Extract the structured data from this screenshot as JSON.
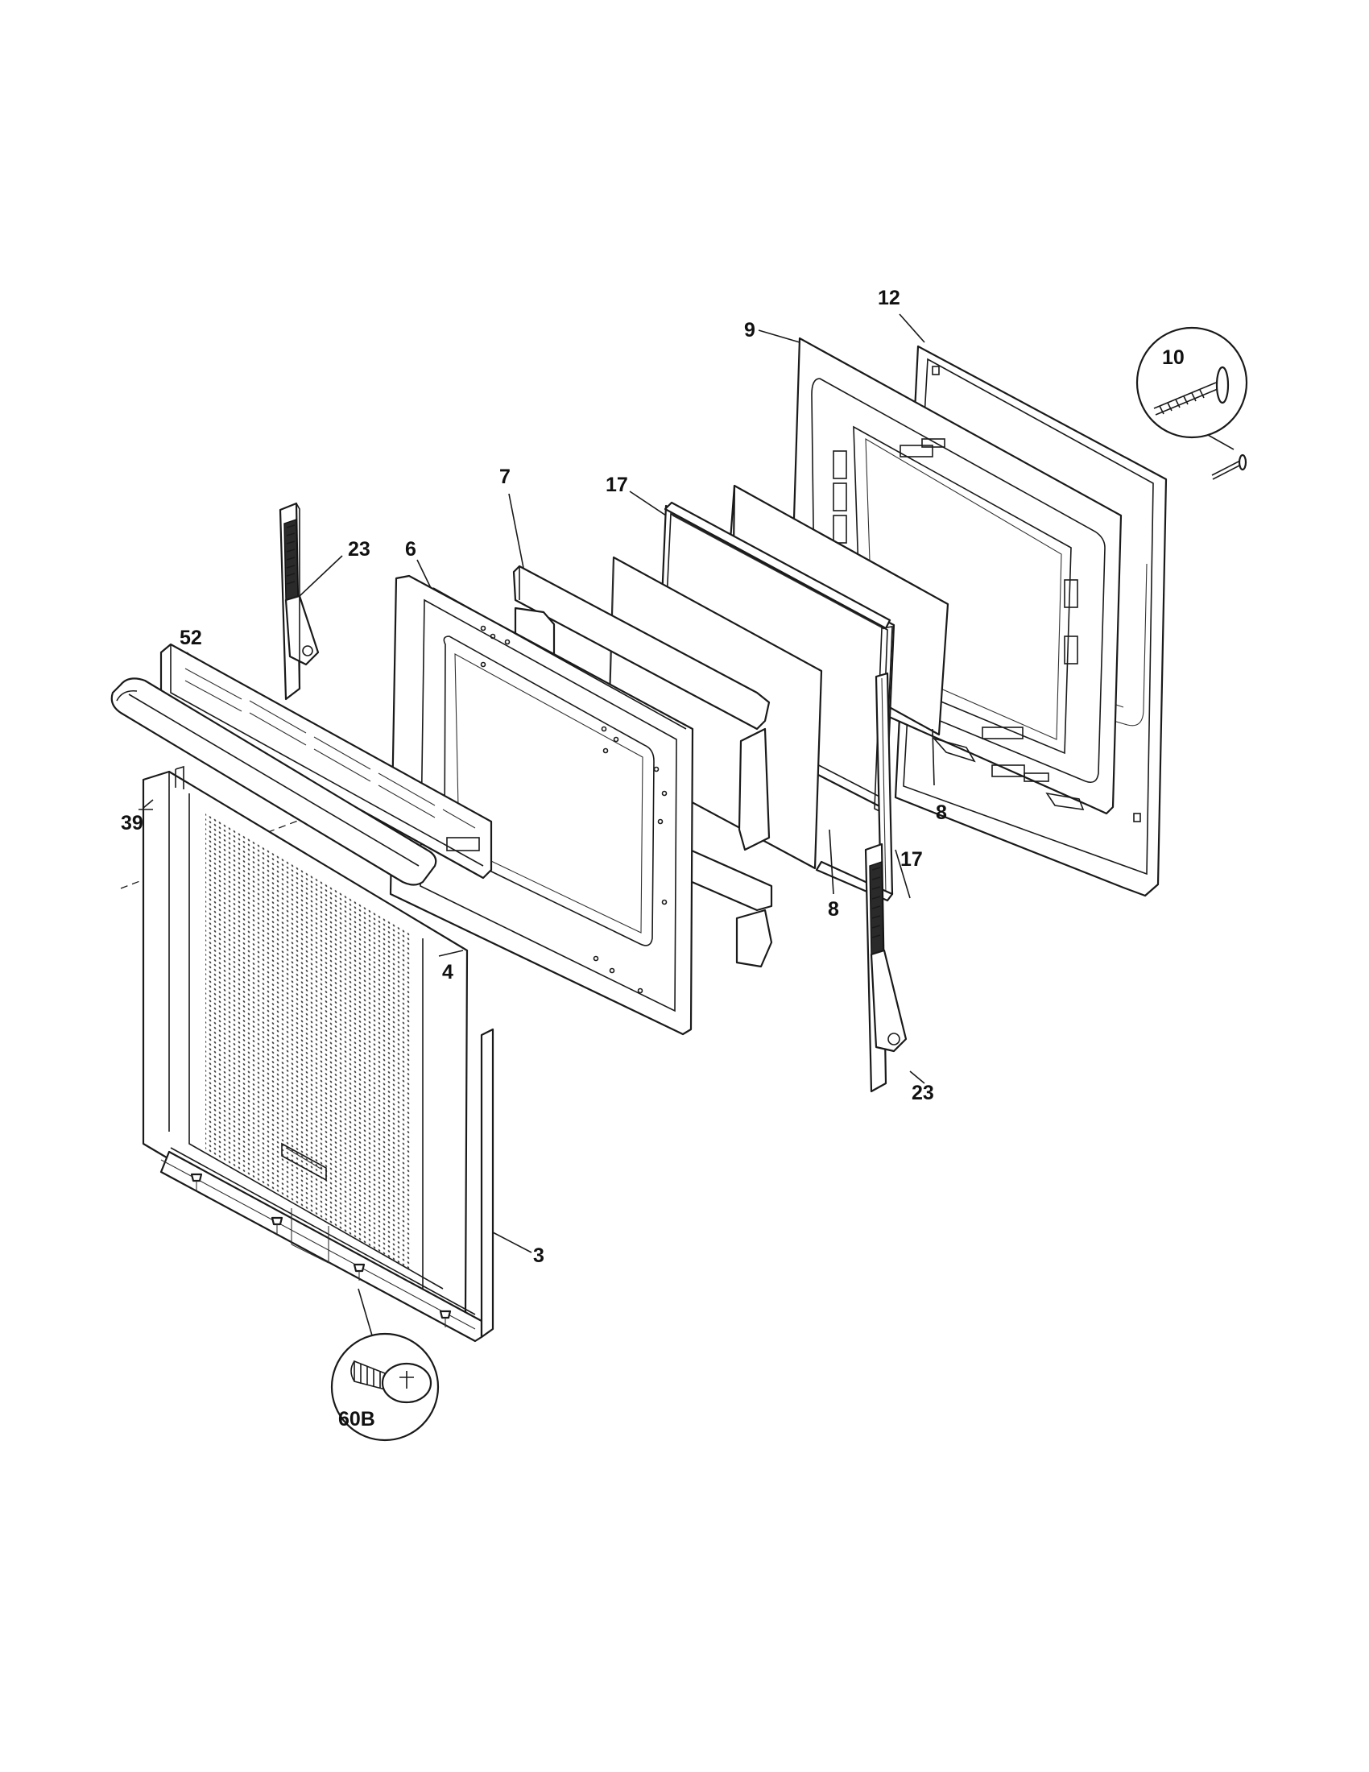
{
  "callouts": {
    "c12": "12",
    "c9": "9",
    "c10": "10",
    "c17a": "17",
    "c7": "7",
    "c23a": "23",
    "c6": "6",
    "c52": "52",
    "c39": "39",
    "c8a": "8",
    "c8b": "8",
    "c17b": "17",
    "c4": "4",
    "c23b": "23",
    "c3": "3",
    "c60b": "60B"
  }
}
